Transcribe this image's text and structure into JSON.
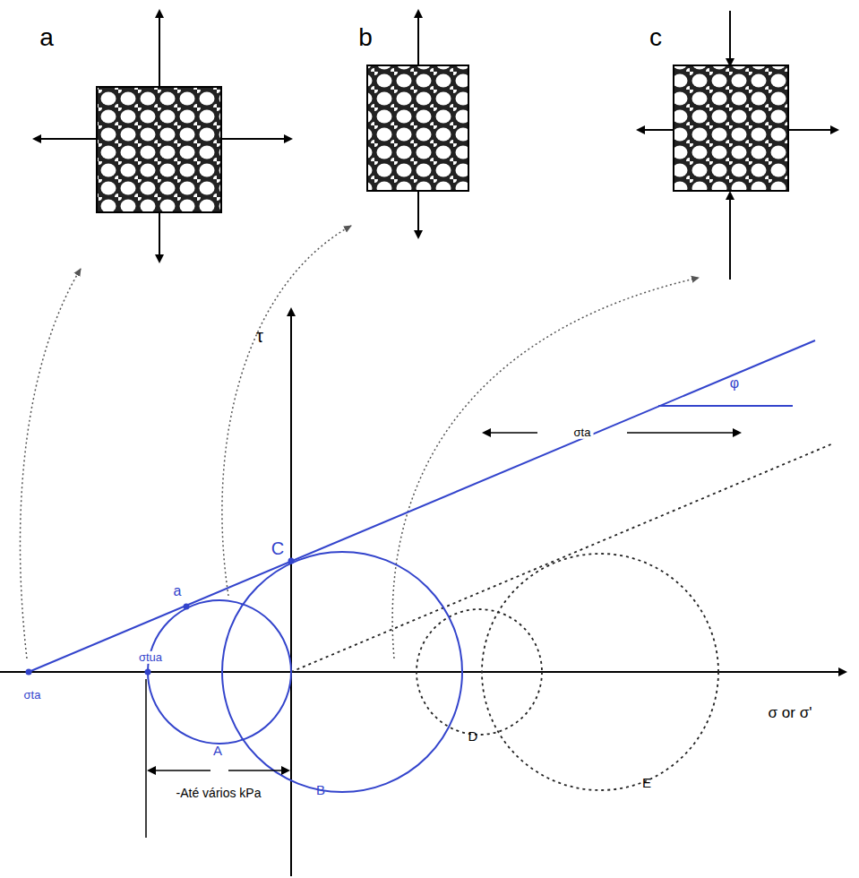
{
  "diagram": {
    "labels": [
      "a",
      "b",
      "c",
      "τ",
      "φ",
      "C",
      "a",
      "σta",
      "σtua",
      "σta",
      "A",
      "B",
      "D",
      "E",
      "σ or σ'",
      "-Até vários kPa"
    ]
  }
}
